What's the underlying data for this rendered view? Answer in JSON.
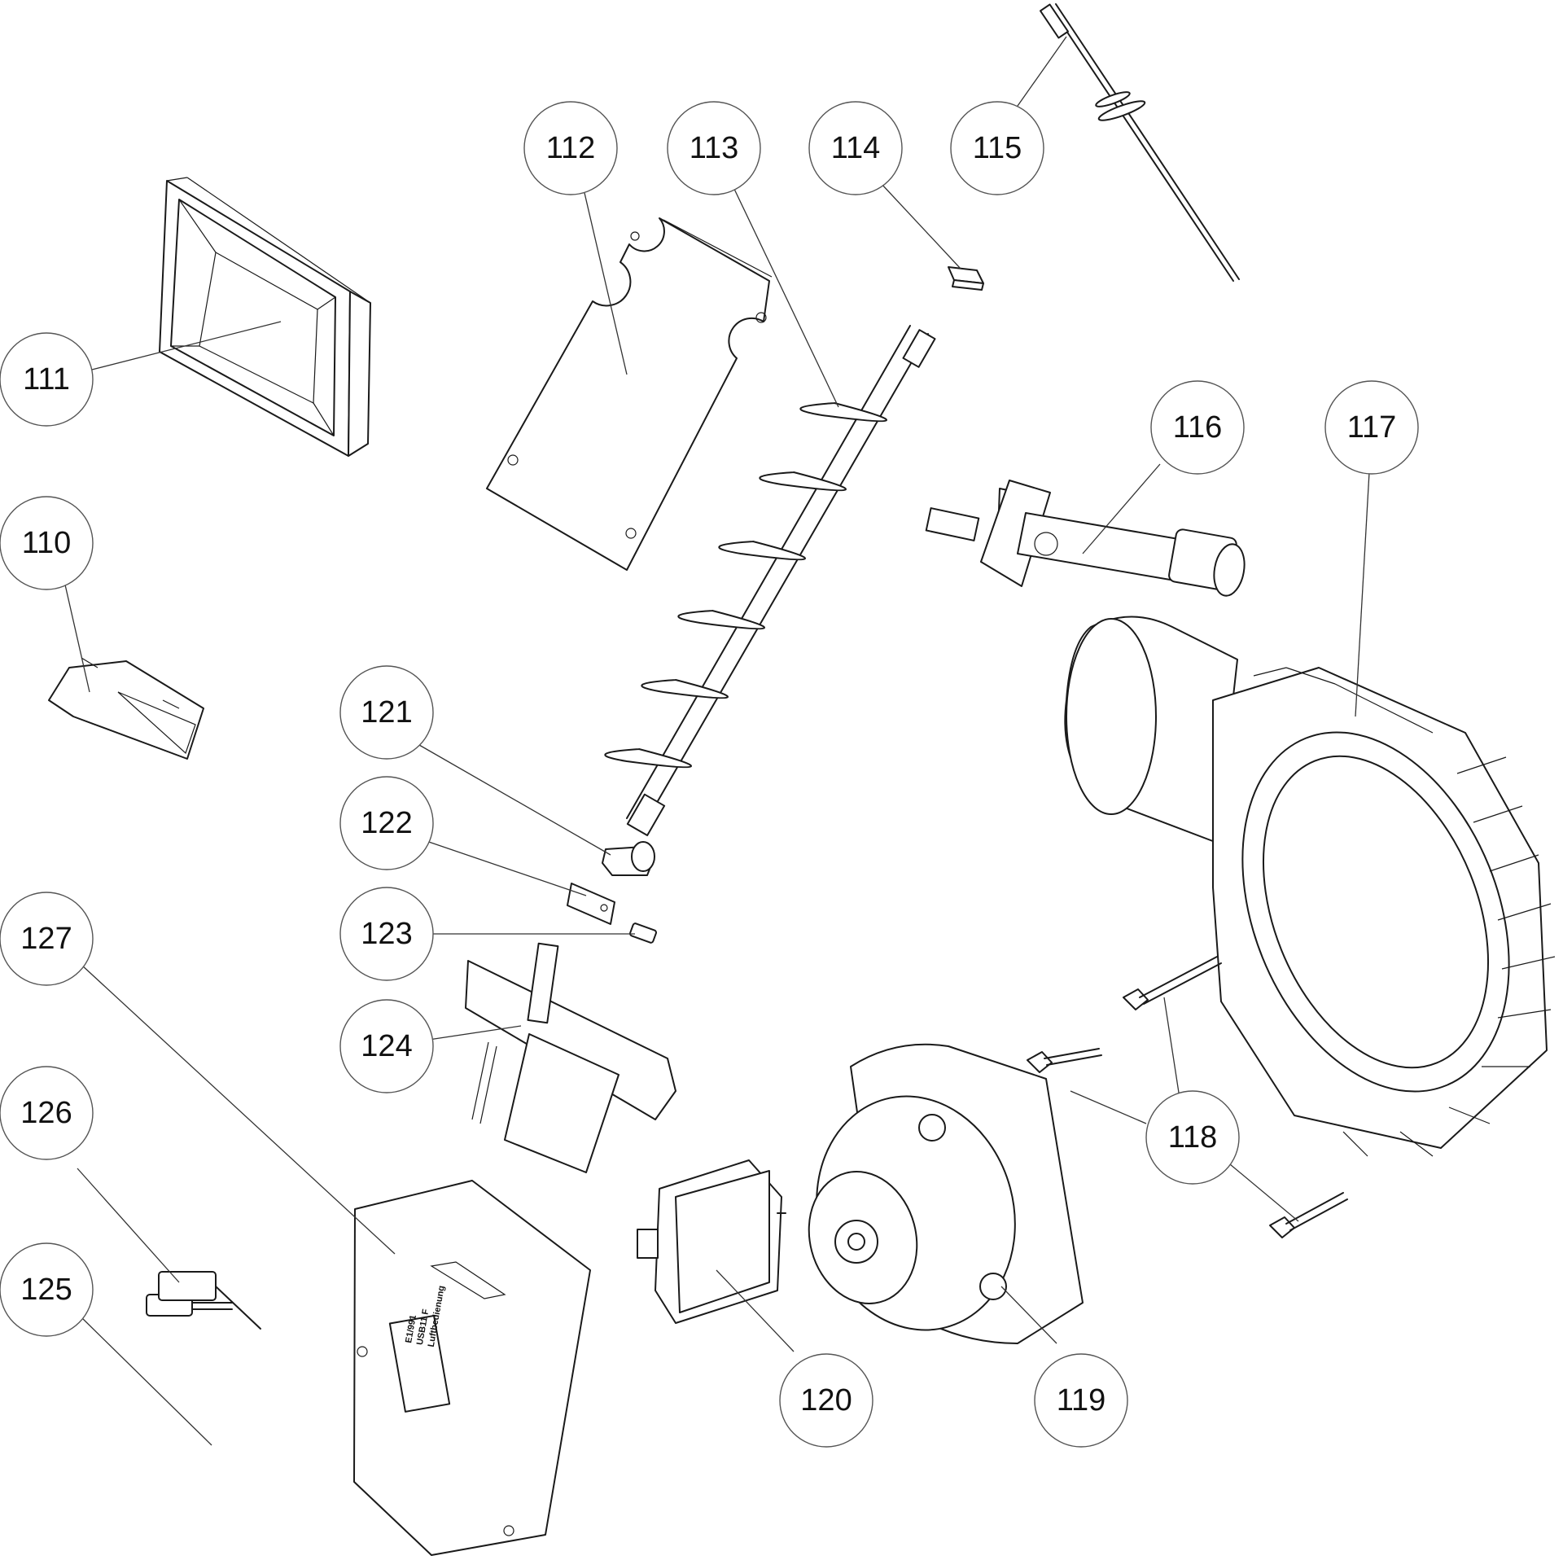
{
  "callouts": [
    {
      "id": "110",
      "label": "110"
    },
    {
      "id": "111",
      "label": "111"
    },
    {
      "id": "112",
      "label": "112"
    },
    {
      "id": "113",
      "label": "113"
    },
    {
      "id": "114",
      "label": "114"
    },
    {
      "id": "115",
      "label": "115"
    },
    {
      "id": "116",
      "label": "116"
    },
    {
      "id": "117",
      "label": "117"
    },
    {
      "id": "118",
      "label": "118"
    },
    {
      "id": "119",
      "label": "119"
    },
    {
      "id": "120",
      "label": "120"
    },
    {
      "id": "121",
      "label": "121"
    },
    {
      "id": "122",
      "label": "122"
    },
    {
      "id": "123",
      "label": "123"
    },
    {
      "id": "124",
      "label": "124"
    },
    {
      "id": "125",
      "label": "125"
    },
    {
      "id": "126",
      "label": "126"
    },
    {
      "id": "127",
      "label": "127"
    }
  ],
  "control_box_label": [
    "E1/991",
    "USB11 F",
    "Luftbedienung"
  ]
}
